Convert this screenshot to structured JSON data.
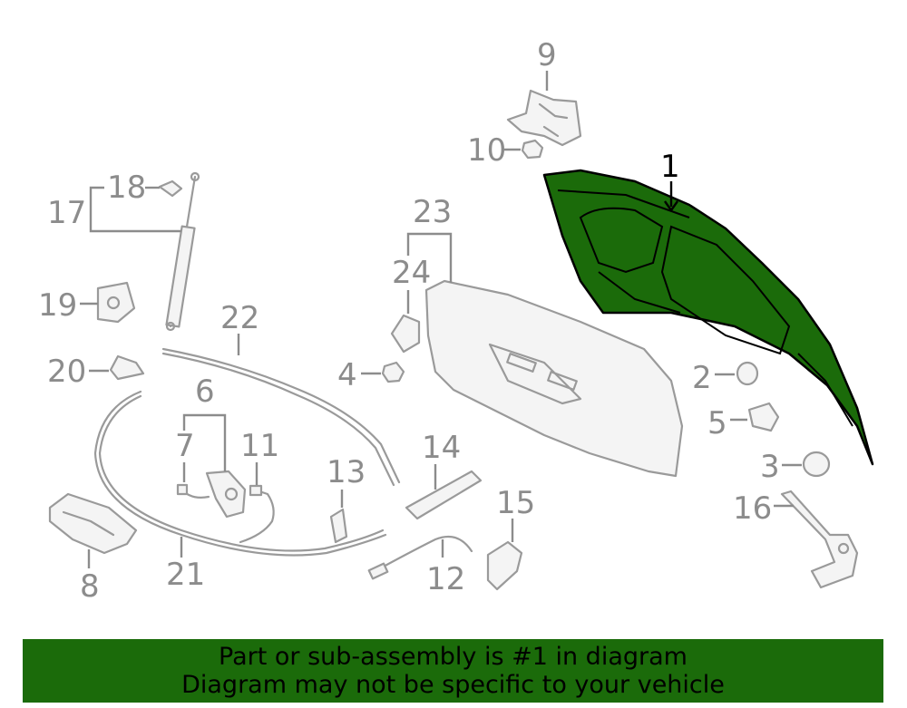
{
  "callouts": {
    "c1": "1",
    "c2": "2",
    "c3": "3",
    "c4": "4",
    "c5": "5",
    "c6": "6",
    "c7": "7",
    "c8": "8",
    "c9": "9",
    "c10": "10",
    "c11": "11",
    "c12": "12",
    "c13": "13",
    "c14": "14",
    "c15": "15",
    "c16": "16",
    "c17": "17",
    "c18": "18",
    "c19": "19",
    "c20": "20",
    "c21": "21",
    "c22": "22",
    "c23": "23",
    "c24": "24"
  },
  "highlight_color": "#1b6b0a",
  "banner": {
    "line1": "Part or sub-assembly is #1 in diagram",
    "line2": "Diagram may not be specific to your vehicle"
  }
}
